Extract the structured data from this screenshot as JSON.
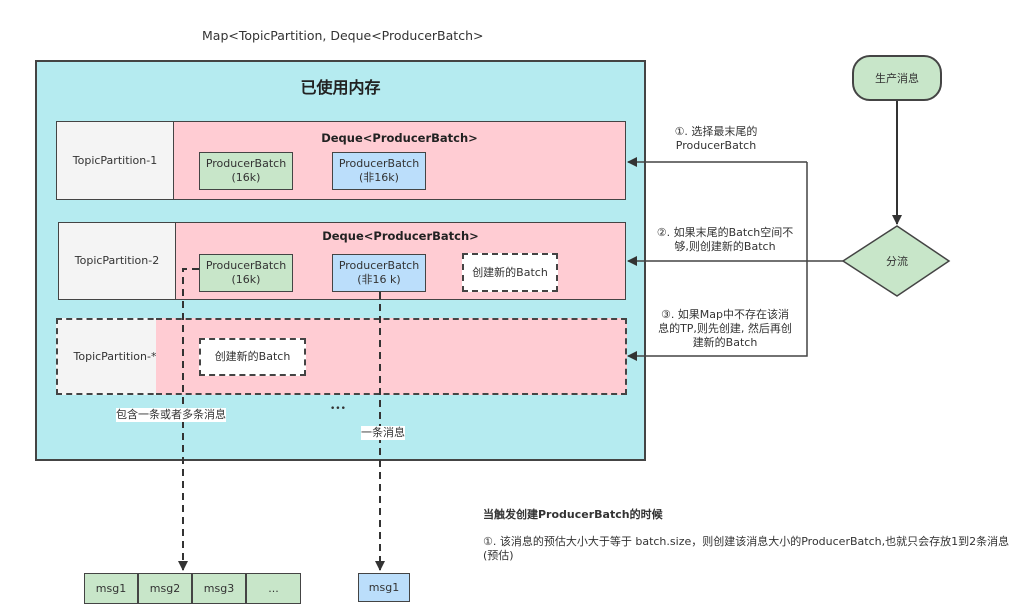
{
  "title": "Map<TopicPartition, Deque<ProducerBatch>",
  "memory": {
    "label": "已使用内存"
  },
  "partitions": [
    {
      "name": "TopicPartition-1",
      "deque_label": "Deque<ProducerBatch>",
      "batches": [
        "ProducerBatch\n(16k)",
        "ProducerBatch\n(非16k)"
      ],
      "new_batch": null,
      "dashed": false
    },
    {
      "name": "TopicPartition-2",
      "deque_label": "Deque<ProducerBatch>",
      "batches": [
        "ProducerBatch\n(16k)",
        "ProducerBatch\n(非16 k)"
      ],
      "new_batch": "创建新的Batch",
      "dashed": false
    },
    {
      "name": "TopicPartition-*",
      "deque_label": "",
      "batches": [],
      "new_batch": "创建新的Batch",
      "dashed": true
    }
  ],
  "labels": {
    "multi_msg": "包含一条或者多条消息",
    "ellipsis": "•••",
    "single_msg": "一条消息"
  },
  "flow": {
    "start": "生产消息",
    "decision": "分流",
    "rule1": "①. 选择最末尾的\nProducerBatch",
    "rule2": "②. 如果末尾的Batch空间不\n够,则创建新的Batch",
    "rule3": "③. 如果Map中不存在该消\n息的TP,则先创建, 然后再创\n建新的Batch"
  },
  "note": {
    "heading": "当触发创建ProducerBatch的时候",
    "item1": "①. 该消息的预估大小大于等于 batch.size，则创建该消息大小的ProducerBatch,也就只会存放1到2条消息(预估)"
  },
  "messages_multi": [
    "msg1",
    "msg2",
    "msg3",
    "..."
  ],
  "messages_single": [
    "msg1"
  ]
}
